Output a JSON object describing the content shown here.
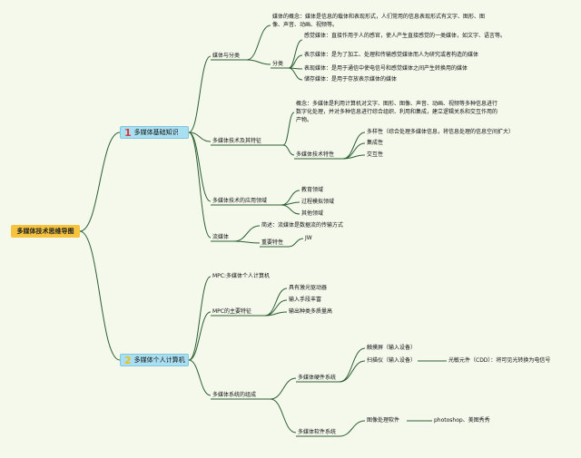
{
  "root": "多媒体技术思维导图",
  "branch1": {
    "num": "1",
    "label": "多媒体基础知识",
    "color": "#d93a3a",
    "media_classify": {
      "label": "媒体与分类",
      "concept": "媒体的概念：媒体是信息的载体和表现形式，人们常用的信息表现形式有文字、图形、图像、声音、动画、视频等。",
      "classify": {
        "label": "分类",
        "items": [
          "感觉媒体：直接作用于人的感官，使人产生直接感觉的一类媒体，如文字、语言等。",
          "表示媒体：是为了加工、处理和传输感觉媒体而人为研究或者构造的媒体",
          "表现媒体：是用于通信中使电信号和感觉媒体之间产生转换用的媒体",
          "储存媒体：是用于存放表示媒体的媒体"
        ]
      }
    },
    "tech_features": {
      "label": "多媒体技术及其特征",
      "definition": "概念：多媒体是利用计算机对文字、图形、图像、声音、动画、视频等多种信息进行数字化处理，并对多种信息进行综合组织、利用和集成，建立逻辑关系和交互作用的产物。",
      "features": {
        "label": "多媒体技术特性",
        "items": [
          "多样性（综合处理多媒体信息，将信息处理的信息空间扩大）",
          "集成性",
          "交互性"
        ]
      }
    },
    "applications": {
      "label": "多媒体技术的应用领域",
      "items": [
        "教育领域",
        "过程模拟领域",
        "其他领域"
      ]
    },
    "streaming": {
      "label": "流媒体",
      "overview": "简述：流媒体是数据流的传输方式",
      "important": {
        "label": "重要特性",
        "value": "JW"
      }
    }
  },
  "branch2": {
    "num": "2",
    "label": "多媒体个人计算机",
    "color": "#e8c21a",
    "mpc": "MPC:多媒体个人计算机",
    "features": {
      "label": "MPC的主要特征",
      "items": [
        "具有激光驱动器",
        "输入手段丰富",
        "输出种类多质量高"
      ]
    },
    "system": {
      "label": "多媒体系统的组成",
      "hardware": {
        "label": "多媒体硬件系统",
        "touch": "触摸屏（输入设备）",
        "scanner": "扫描仪（输入设备）",
        "ccd": "光敏元件（CDD）：将可见光转换为电信号"
      },
      "software": {
        "label": "多媒体软件系统",
        "image": "图像处理软件",
        "examples": "photoshop、美图秀秀"
      }
    }
  }
}
